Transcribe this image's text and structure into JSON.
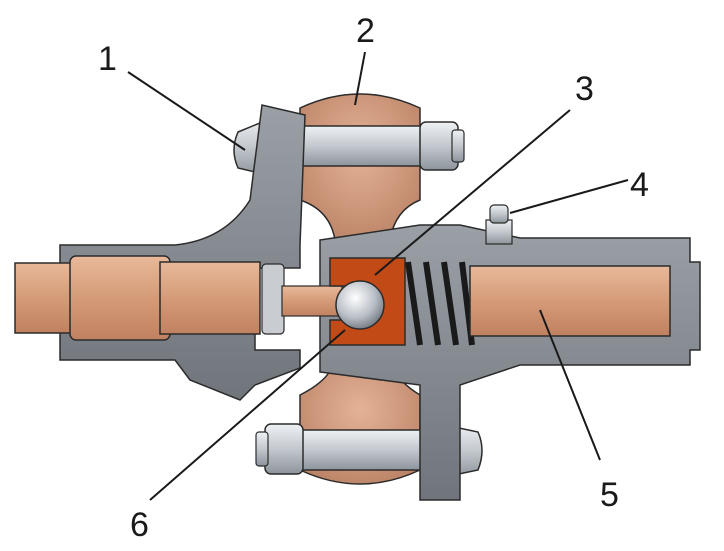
{
  "labels": {
    "l1": "1",
    "l2": "2",
    "l3": "3",
    "l4": "4",
    "l5": "5",
    "l6": "6"
  },
  "colors": {
    "housing": "#8c9196",
    "housing_dark": "#5b6066",
    "shaft": "#d9a383",
    "shaft_dark": "#b9846a",
    "bolt": "#c7ccd2",
    "bolt_dark": "#7b8188",
    "seat": "#c24a16",
    "spring": "#1a1a1a",
    "ball": "#bfc4ca",
    "outline": "#2b2b2b"
  }
}
